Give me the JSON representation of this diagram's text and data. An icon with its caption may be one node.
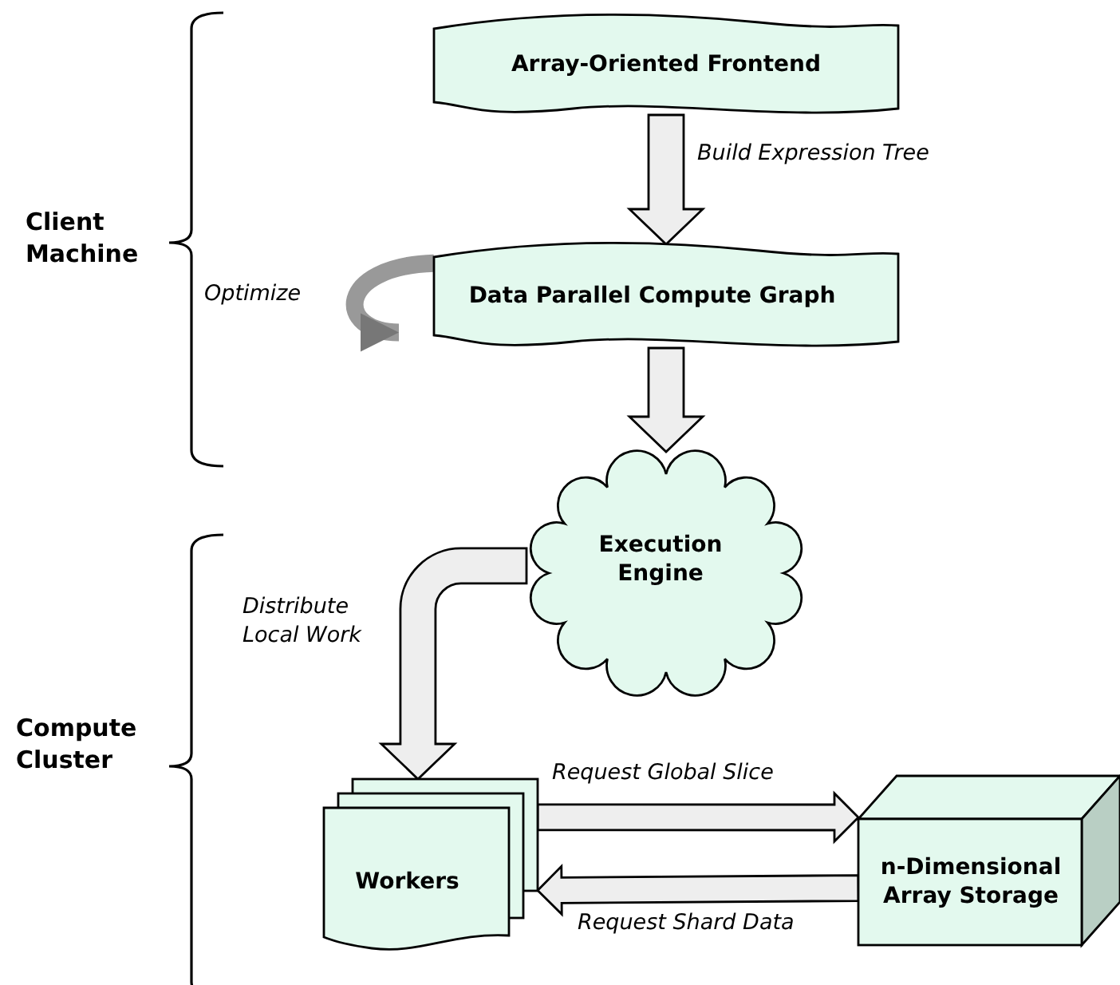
{
  "diagram": {
    "nodes": [
      {
        "text": [
          "Array-Oriented Frontend"
        ]
      },
      {
        "text": [
          "Data Parallel Compute Graph"
        ]
      },
      {
        "text": [
          "Execution Engine"
        ]
      },
      {
        "text": [
          "Workers"
        ]
      },
      {
        "text": [
          "n-Dimensional Array Storage"
        ]
      }
    ],
    "edges": [
      {
        "from": 0,
        "to": 1,
        "arrow": "to",
        "label": "Build Expression Tree"
      },
      {
        "from": 1,
        "to": 1,
        "arrow": "to",
        "label": "Optimize"
      },
      {
        "from": 1,
        "to": 2,
        "arrow": "to"
      },
      {
        "from": 2,
        "to": 3,
        "arrow": "to",
        "label": "Distribute Local Work"
      },
      {
        "from": 3,
        "to": 4,
        "arrow": "to",
        "label": "Request Global Slice"
      },
      {
        "from": 4,
        "to": 3,
        "arrow": "to",
        "label": "Request Shard Data"
      }
    ],
    "labels": [
      "Client Machine",
      "Compute Cluster"
    ]
  }
}
